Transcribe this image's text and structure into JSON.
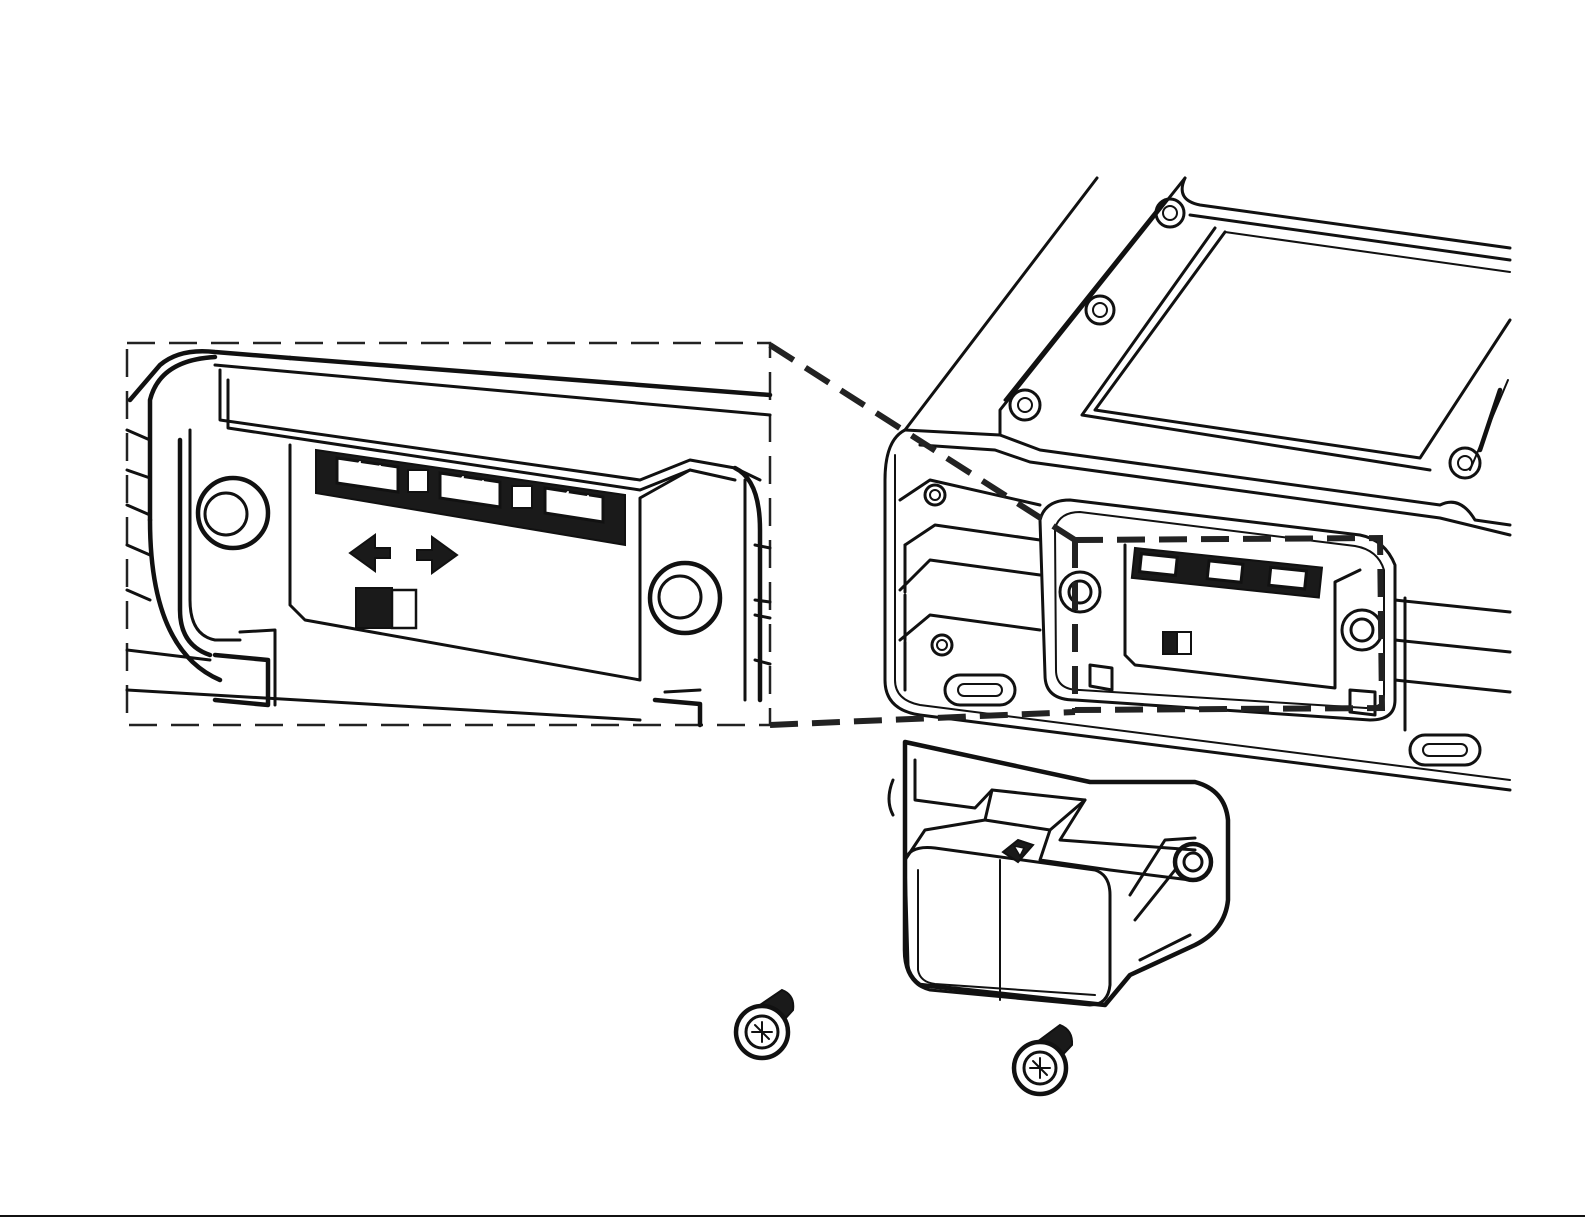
{
  "diagram": {
    "kind": "exploded-assembly-illustration",
    "colors": {
      "line": "#111111",
      "background": "#ffffff",
      "fill_dark": "#1a1a1a"
    },
    "callouts": {
      "detail_zoom": {
        "style": "dashed-rectangle"
      },
      "switch_direction": {
        "icon": "double-arrow-left-right-icon"
      }
    },
    "parts": [
      {
        "id": "amplifier-body",
        "icon": "amplifier-icon"
      },
      {
        "id": "terminal-cover",
        "icon": "cover-icon"
      },
      {
        "id": "screw-left",
        "icon": "screw-icon"
      },
      {
        "id": "screw-right",
        "icon": "screw-icon"
      }
    ]
  }
}
